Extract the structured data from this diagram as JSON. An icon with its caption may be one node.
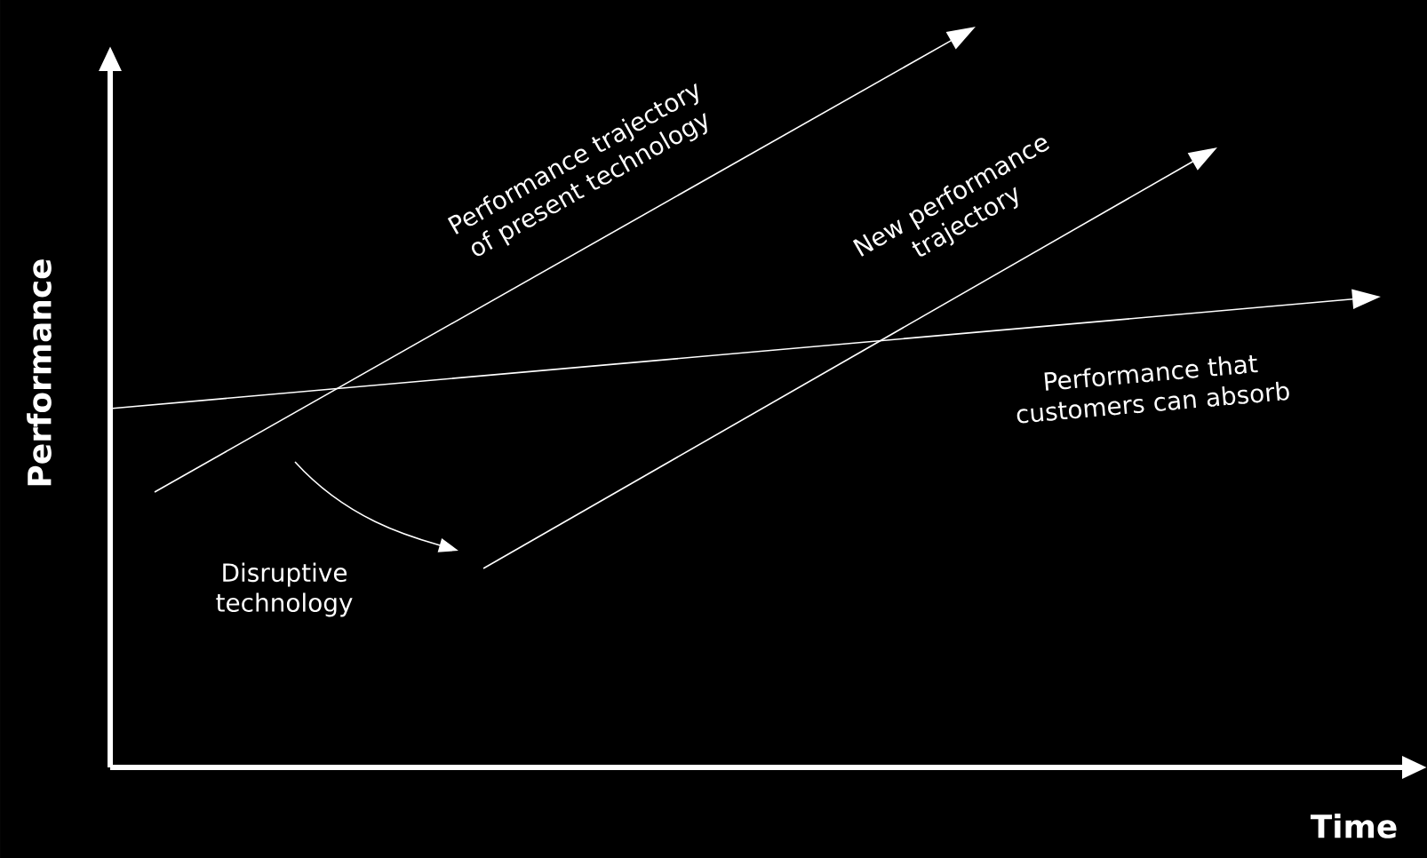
{
  "diagram": {
    "labels": [
      "Performance trajectory of present technology",
      "New performance trajectory",
      "Performance that customers can absorb",
      "Disruptive technology",
      "Performance",
      "Time"
    ]
  }
}
